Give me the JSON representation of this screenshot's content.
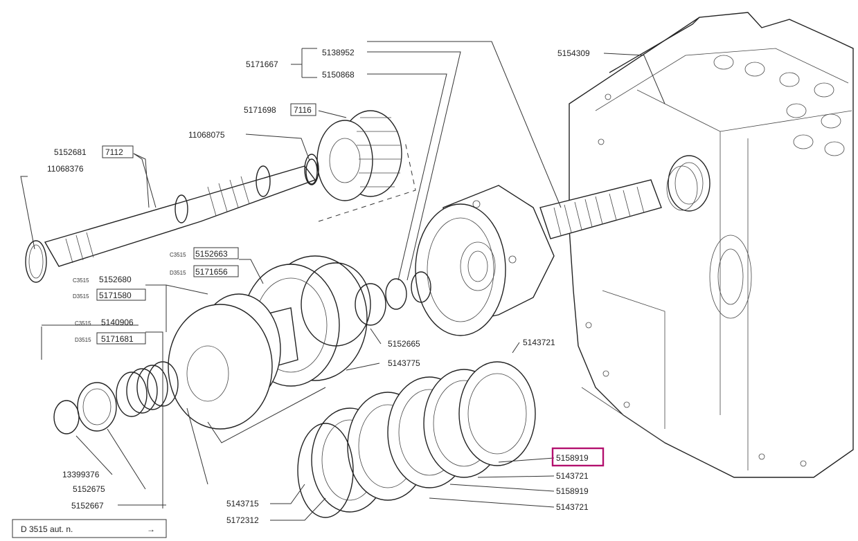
{
  "diagram": {
    "parts": [
      {
        "id": "top_group",
        "label": "5171667"
      },
      {
        "id": "top_a",
        "label": "5138952"
      },
      {
        "id": "top_b",
        "label": "5150868"
      },
      {
        "id": "housing",
        "label": "5154309"
      },
      {
        "id": "gear",
        "label": "5171698"
      },
      {
        "id": "gear_box",
        "label": "7116"
      },
      {
        "id": "snap",
        "label": "11068075"
      },
      {
        "id": "shaft",
        "label": "5152681"
      },
      {
        "id": "shaft_box",
        "label": "7112"
      },
      {
        "id": "ring_left",
        "label": "11068376"
      },
      {
        "id": "piston_c",
        "prefix": "C3515",
        "label": "5152663"
      },
      {
        "id": "piston_d",
        "prefix": "D3515",
        "label": "5171656"
      },
      {
        "id": "plate_c",
        "prefix": "C3515",
        "label": "5152680"
      },
      {
        "id": "plate_d",
        "prefix": "D3515",
        "label": "5171580"
      },
      {
        "id": "spring_c",
        "prefix": "C3515",
        "label": "5140906"
      },
      {
        "id": "spring_d",
        "prefix": "D3515",
        "label": "5171681"
      },
      {
        "id": "seal",
        "label": "5152665"
      },
      {
        "id": "oring",
        "label": "5143775"
      },
      {
        "id": "disc_top",
        "label": "5143721"
      },
      {
        "id": "disc_hl",
        "label": "5158919"
      },
      {
        "id": "disc_b1",
        "label": "5143721"
      },
      {
        "id": "disc_b2",
        "label": "5158919"
      },
      {
        "id": "disc_b3",
        "label": "5143721"
      },
      {
        "id": "circlip",
        "label": "13399376"
      },
      {
        "id": "washer",
        "label": "5152675"
      },
      {
        "id": "retainer",
        "label": "5152667"
      },
      {
        "id": "snapring",
        "label": "5143715"
      },
      {
        "id": "endplate",
        "label": "5172312"
      }
    ],
    "footer": {
      "text": "D 3515 aut. n.",
      "arrow": "→"
    },
    "highlight_color": "#b3106e"
  }
}
